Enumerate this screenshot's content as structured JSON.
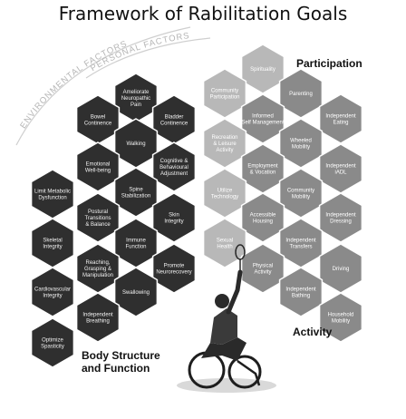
{
  "title": "Framework of Rabilitation Goals",
  "arc_labels": {
    "outer": "ENVIRONMENTAL FACTORS",
    "inner": "PERSONAL FACTORS"
  },
  "sections": {
    "participation": "Participation",
    "activity": "Activity",
    "body_line1": "Body Structure",
    "body_line2": "and Function"
  },
  "colors": {
    "dark": "#2f2f2f",
    "medium": "#8a8a8a",
    "light": "#b8b8b8",
    "arc": "#c8c8c8"
  },
  "hexes": [
    {
      "label": "Ameliorate\nNeuropathic\nPain",
      "tone": "dark"
    },
    {
      "label": "Bowel\nContinence",
      "tone": "dark"
    },
    {
      "label": "Bladder\nContinence",
      "tone": "dark"
    },
    {
      "label": "Walking",
      "tone": "dark"
    },
    {
      "label": "Emotional\nWell-being",
      "tone": "dark"
    },
    {
      "label": "Cognitive &\nBehavioural\nAdjustment",
      "tone": "dark"
    },
    {
      "label": "Limit Metabolic\nDysfunction",
      "tone": "dark"
    },
    {
      "label": "Spine\nStabilization",
      "tone": "dark"
    },
    {
      "label": "Postural\nTransitions\n& Balance",
      "tone": "dark"
    },
    {
      "label": "Skin\nIntegrity",
      "tone": "dark"
    },
    {
      "label": "Skeletal\nIntegrity",
      "tone": "dark"
    },
    {
      "label": "Immune\nFunction",
      "tone": "dark"
    },
    {
      "label": "Reaching,\nGrasping &\nManipulation",
      "tone": "dark"
    },
    {
      "label": "Promote\nNeurorecovery",
      "tone": "dark"
    },
    {
      "label": "Cardiovascular\nIntegrity",
      "tone": "dark"
    },
    {
      "label": "Swallowing",
      "tone": "dark"
    },
    {
      "label": "Independent\nBreathing",
      "tone": "dark"
    },
    {
      "label": "Optimize\nSpasticity",
      "tone": "dark"
    },
    {
      "label": "Spirituality",
      "tone": "light"
    },
    {
      "label": "Community\nParticipation",
      "tone": "light"
    },
    {
      "label": "Parenting",
      "tone": "medium"
    },
    {
      "label": "Informed\nSelf Management",
      "tone": "medium"
    },
    {
      "label": "Recreation\n& Leisure\nActivity",
      "tone": "light"
    },
    {
      "label": "Independent\nEating",
      "tone": "medium"
    },
    {
      "label": "Wheeled\nMobility",
      "tone": "medium"
    },
    {
      "label": "Employment\n& Vocation",
      "tone": "medium"
    },
    {
      "label": "Independent\niADL",
      "tone": "medium"
    },
    {
      "label": "Utilize\nTechnology",
      "tone": "light"
    },
    {
      "label": "Community\nMobility",
      "tone": "medium"
    },
    {
      "label": "Accessible\nHousing",
      "tone": "medium"
    },
    {
      "label": "Independent\nDressing",
      "tone": "medium"
    },
    {
      "label": "Sexual\nHealth",
      "tone": "light"
    },
    {
      "label": "Independent\nTransfers",
      "tone": "medium"
    },
    {
      "label": "Physical\nActivity",
      "tone": "medium"
    },
    {
      "label": "Driving",
      "tone": "medium"
    },
    {
      "label": "Independent\nBathing",
      "tone": "medium"
    },
    {
      "label": "Household\nMobility",
      "tone": "medium"
    }
  ]
}
